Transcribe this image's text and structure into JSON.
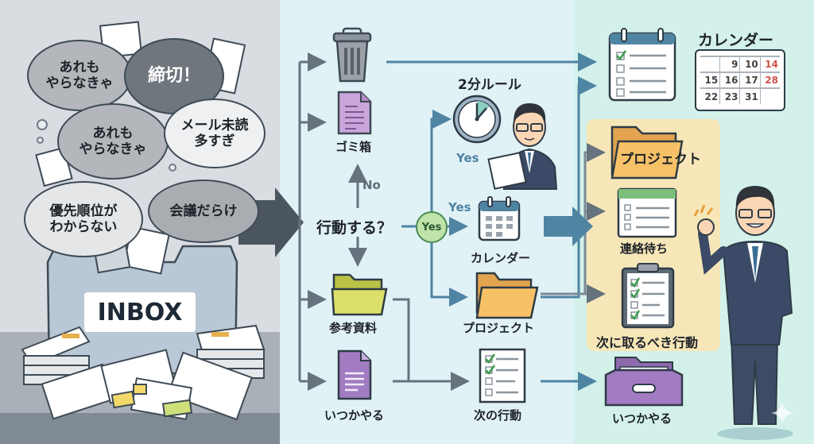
{
  "inbox_section": {
    "thought_bubbles": [
      {
        "text": "あれも\nやらなきゃ"
      },
      {
        "text": "締切！"
      },
      {
        "text": "あれも\nやらなきゃ"
      },
      {
        "text": "メール未読\n多すぎ"
      },
      {
        "text": "優先順位が\nわからない"
      },
      {
        "text": "会議だらけ"
      }
    ],
    "inbox_label": "INBOX"
  },
  "flow": {
    "decision": "行動する？",
    "no_label": "No",
    "yes_circle": "Yes",
    "yes_calendar": "Yes",
    "yes_two_min": "Yes",
    "two_minute_rule": "2分ルール",
    "trash_label": "ゴミ箱",
    "reference_label": "参考資料",
    "someday_label": "いつかやる",
    "calendar_label": "カレンダー",
    "project_label": "プロジェクト",
    "next_action_label": "次の行動"
  },
  "outcomes": {
    "calendar_title": "カレンダー",
    "calendar_rows": [
      [
        {
          "v": ""
        },
        {
          "v": "9"
        },
        {
          "v": "10"
        },
        {
          "v": "14",
          "red": true
        }
      ],
      [
        {
          "v": "15"
        },
        {
          "v": "16"
        },
        {
          "v": "17"
        },
        {
          "v": "28",
          "red": true
        }
      ],
      [
        {
          "v": "22"
        },
        {
          "v": "23"
        },
        {
          "v": "31"
        },
        {
          "v": ""
        }
      ]
    ],
    "project_label": "プロジェクト",
    "waiting_label": "連絡待ち",
    "next_actions_label": "次に取るべき行動",
    "someday_label": "いつかやる"
  },
  "colors": {
    "left_panel": "#d9dde2",
    "mid_panel": "#e1f2f7",
    "right_panel": "#d3f1ea",
    "arrow_gray": "#66727d",
    "arrow_blue": "#4f84a3",
    "highlight": "#fbe6b3",
    "accent_red": "#d0524a"
  }
}
